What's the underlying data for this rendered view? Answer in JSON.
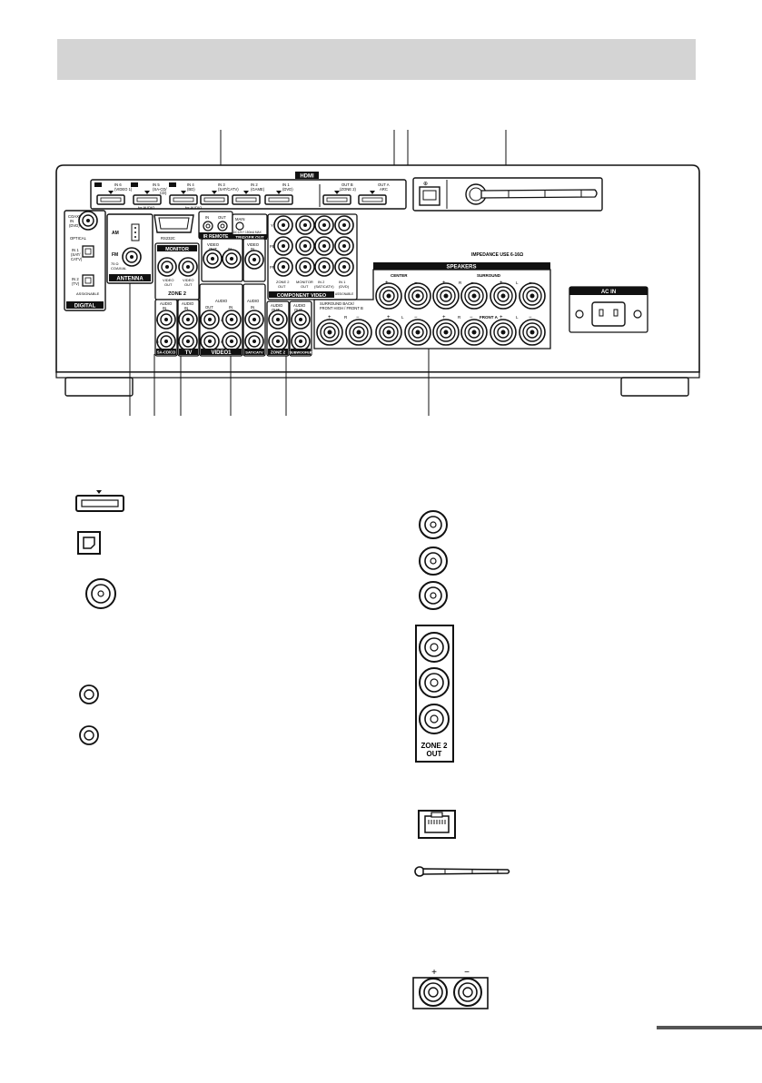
{
  "labels": {
    "hdmi": "HDMI",
    "hdmi_in6": "IN 6",
    "hdmi_in6_sub": "(VIDEO 1)",
    "hdmi_in5": "IN 5",
    "hdmi_in5_sub": "(SA-CD/",
    "hdmi_in5_sub2": "CD)",
    "hdmi_in4": "IN 4",
    "hdmi_in4_sub": "(BD)",
    "hdmi_in3": "IN 3",
    "hdmi_in3_sub": "(SAT/CATV)",
    "hdmi_in2": "IN 2",
    "hdmi_in2_sub": "(GAME)",
    "hdmi_in1": "IN 1",
    "hdmi_in1_sub": "(DVD)",
    "hdmi_outb": "OUT B",
    "hdmi_outb_sub": "(ZONE 2)",
    "hdmi_outa": "OUT A",
    "hdmi_outa_sub": "ARC",
    "for_audio": "for AUDIO",
    "arc1": "ARC",
    "arc2": "ARC",
    "coaxial": "COAXIAL",
    "coaxial_in": "IN",
    "coaxial_sub": "(DVD)",
    "optical": "OPTICAL",
    "opt_in1": "IN 1",
    "opt_in1_sub": "(SAT/",
    "opt_in1_sub2": "CATV)",
    "opt_in2": "IN 2",
    "opt_in2_sub": "(TV)",
    "assignable": "ASSIGNABLE",
    "digital": "DIGITAL",
    "am": "AM",
    "fm": "FM",
    "fm_sub": "75 Ω",
    "fm_sub2": "COAXIAL",
    "antenna": "ANTENNA",
    "rs232c": "RS232C",
    "ir_remote": "IR REMOTE",
    "ir_in": "IN",
    "ir_out": "OUT",
    "main": "MAIN",
    "trigger_spec": "DC12V+ 150mA MAX",
    "trigger_out": "TRIGGER OUT",
    "monitor": "MONITOR",
    "video_out": "VIDEO",
    "video_out2": "OUT",
    "zone2": "ZONE 2",
    "video": "VIDEO",
    "video_in": "IN",
    "audio": "AUDIO",
    "audio_in": "IN",
    "audio_out": "OUT",
    "sacd": "SA-CD/CD",
    "tv": "TV",
    "video1": "VIDEO1",
    "sat_catv": "SAT/CATV",
    "subwoofer": "SUBWOOFER",
    "comp_y": "Y",
    "comp_pb": "PB",
    "comp_pr": "PR",
    "zone2_out": "ZONE 2",
    "zone2_out2": "OUT",
    "monitor_out": "MONITOR",
    "monitor_out2": "OUT",
    "in2_sat": "IN 2",
    "in2_sat_sub": "(SAT/CATV)",
    "in1_dvd": "IN 1",
    "in1_dvd_sub": "(DVD)",
    "assignable2": "ASSIGNABLE",
    "component_video": "COMPONENT VIDEO",
    "impedance": "IMPEDANCE USE 6-16Ω",
    "speakers": "SPEAKERS",
    "center": "CENTER",
    "surround": "SURROUND",
    "surround_back": "SURROUND BACK/",
    "surround_back2": "FRONT HIGH / FRONT B",
    "front_a": "FRONT A",
    "r": "R",
    "l": "L",
    "plus": "+",
    "minus": "−",
    "ac_in": "AC IN",
    "legend_zone2": "ZONE 2",
    "legend_zone2b": "OUT"
  },
  "colors": {
    "header": "#d4d4d4",
    "stroke": "#111111",
    "label_bg": "#111111"
  }
}
